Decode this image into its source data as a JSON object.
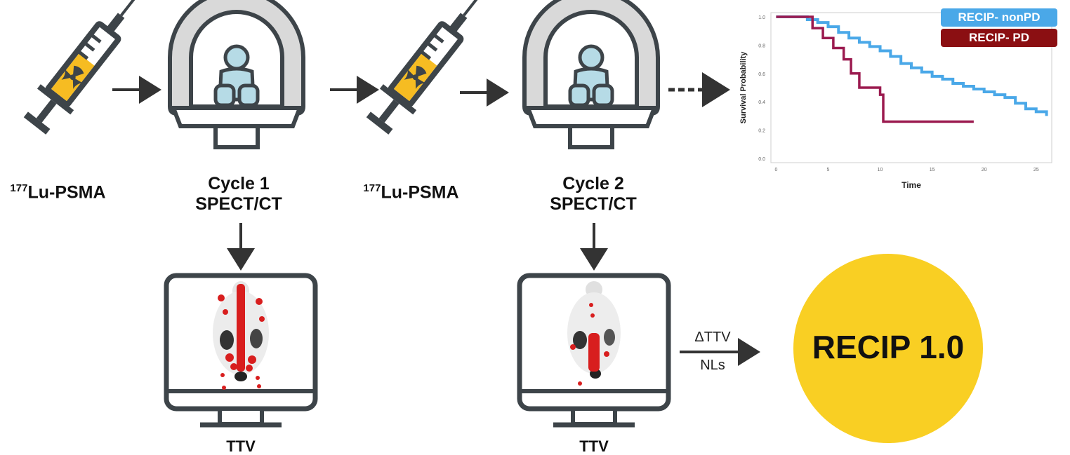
{
  "steps": {
    "drug1": {
      "sup": "177",
      "text": "Lu-PSMA"
    },
    "drug2": {
      "sup": "177",
      "text": "Lu-PSMA"
    },
    "cycle1": {
      "line1": "Cycle 1",
      "line2": "SPECT/CT"
    },
    "cycle2": {
      "line1": "Cycle 2",
      "line2": "SPECT/CT"
    },
    "ttv1": "TTV",
    "ttv2": "TTV"
  },
  "arrow_labels": {
    "top": "ΔTTV",
    "bottom": "NLs"
  },
  "result": {
    "text": "RECIP 1.0",
    "color": "#f9cf23"
  },
  "colors": {
    "syringe_fill": "#f6bc22",
    "syringe_dark": "#3d4449",
    "scanner_gray": "#d9d9d9",
    "patient": "#b6dbe6",
    "uptake_red": "#d81e1e"
  },
  "chart_data": {
    "type": "line",
    "title": "",
    "xlabel": "Time",
    "ylabel": "Survival Probability",
    "xlim": [
      -0.5,
      26.5
    ],
    "ylim": [
      0.0,
      1.0
    ],
    "xticks": [
      "0",
      "5",
      "10",
      "15",
      "20",
      "25"
    ],
    "yticks": [
      "0.0",
      "0.2",
      "0.4",
      "0.6",
      "0.8",
      "1.0"
    ],
    "legend_position": "top-right",
    "series": [
      {
        "name": "RECIP- nonPD",
        "color": "#4aa8e8",
        "x": [
          0,
          2.5,
          3,
          4,
          5,
          6,
          7,
          8,
          9,
          10,
          11,
          12,
          13,
          14,
          15,
          16,
          17,
          18,
          19,
          20,
          21,
          22,
          23,
          24,
          25,
          26
        ],
        "y": [
          1.0,
          1.0,
          0.98,
          0.96,
          0.93,
          0.89,
          0.85,
          0.82,
          0.79,
          0.76,
          0.72,
          0.67,
          0.64,
          0.61,
          0.58,
          0.56,
          0.53,
          0.51,
          0.49,
          0.47,
          0.45,
          0.43,
          0.39,
          0.35,
          0.33,
          0.3
        ]
      },
      {
        "name": "RECIP- PD",
        "color": "#9b1a4f",
        "x": [
          0,
          2.5,
          3.5,
          4.5,
          5.5,
          6.5,
          7.2,
          8,
          10,
          10.3,
          19
        ],
        "y": [
          1.0,
          1.0,
          0.92,
          0.85,
          0.78,
          0.7,
          0.6,
          0.5,
          0.45,
          0.26,
          0.26
        ]
      }
    ]
  }
}
